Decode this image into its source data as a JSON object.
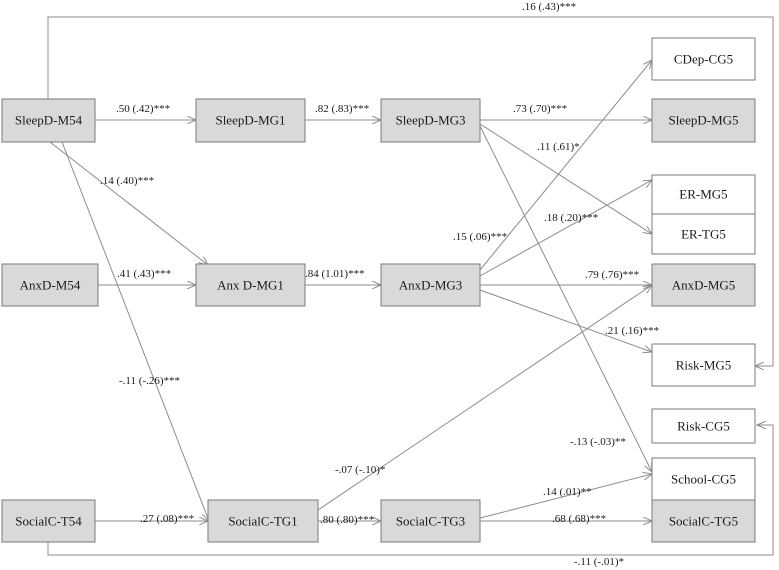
{
  "colors": {
    "shaded_box": "#d9d9d9",
    "plain_box": "#ffffff",
    "border": "#7a7a7a",
    "line": "#8c8c8c",
    "text": "#1a1a1a"
  },
  "nodes": {
    "sleep_m54": "SleepD-M54",
    "anx_m54": "AnxD-M54",
    "social_t54": "SocialC-T54",
    "sleep_mg1": "SleepD-MG1",
    "anx_mg1": "Anx D-MG1",
    "social_tg1": "SocialC-TG1",
    "sleep_mg3": "SleepD-MG3",
    "anx_mg3": "AnxD-MG3",
    "social_tg3": "SocialC-TG3",
    "cdep_cg5": "CDep-CG5",
    "sleep_mg5": "SleepD-MG5",
    "er_mg5": "ER-MG5",
    "er_tg5": "ER-TG5",
    "anx_mg5": "AnxD-MG5",
    "risk_mg5": "Risk-MG5",
    "risk_cg5": "Risk-CG5",
    "school_cg5": "School-CG5",
    "social_tg5": "SocialC-TG5"
  },
  "edges": {
    "sleep54_riskmg5": ".16 (.43)***",
    "sleep54_sleepmg1": ".50 (.42)***",
    "sleep54_anxmg1": ".14 (.40)***",
    "sleep54_socialtg1": "-.11 (-.26)***",
    "anx54_anxmg1": ".41 (.43)***",
    "social54_socialtg1": ".27 (.08)***",
    "social54_riskcg5": "-.11 (-.01)*",
    "sleepmg1_sleepmg3": ".82 (.83)***",
    "anxmg1_anxmg3": ".84 (1.01)***",
    "socialtg1_socialtg3": ".80 (.80)***",
    "socialtg1_anxmg5": "-.07 (-.10)*",
    "sleepmg3_sleepmg5": ".73 (.70)***",
    "sleepmg3_ertg5": ".11 (.61)*",
    "sleepmg3_schoolcg5": "-.13 (-.03)**",
    "anxmg3_cdepcg5": ".15 (.06)***",
    "anxmg3_ermg5": ".18 (.20)***",
    "anxmg3_anxmg5": ".79 (.76)***",
    "anxmg3_riskmg5": ".21 (.16)***",
    "socialtg3_schoolcg5": ".14 (.01)**",
    "socialtg3_socialtg5": ".68 (.68)***"
  }
}
